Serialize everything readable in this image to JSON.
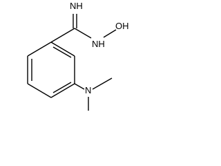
{
  "molecule": {
    "atoms": {
      "imine": "NH",
      "amide_n": "NH",
      "hydroxyl": "OH",
      "dimethylamino": "N"
    }
  },
  "colors": {
    "bond": "#000000",
    "label": "#000000",
    "background": "#ffffff"
  }
}
